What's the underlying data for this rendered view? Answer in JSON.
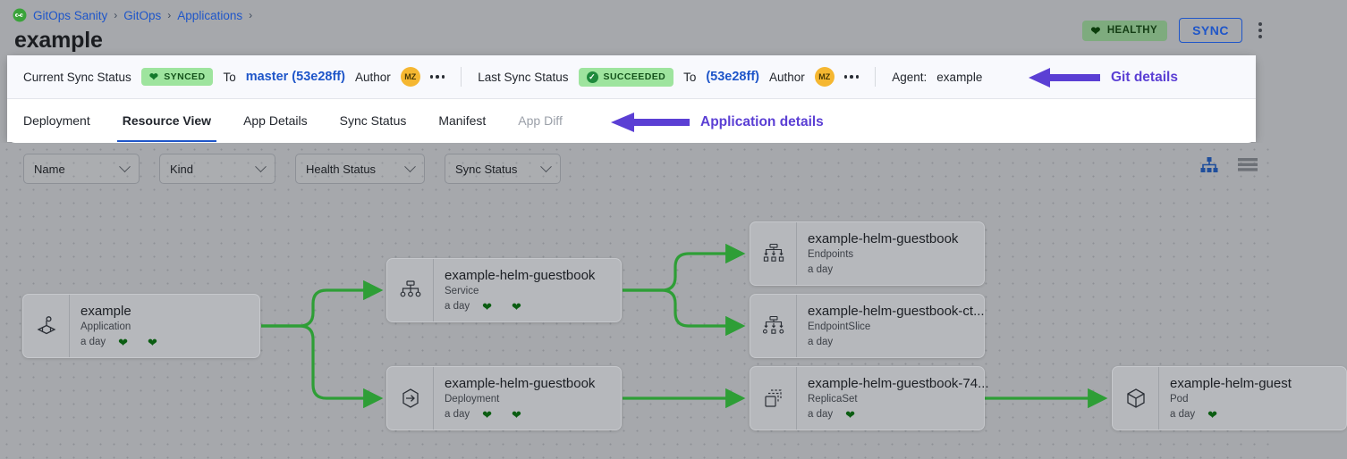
{
  "breadcrumb": {
    "icon": "gitops-logo-icon",
    "items": [
      "GitOps Sanity",
      "GitOps",
      "Applications"
    ],
    "separator": "›"
  },
  "page_title": "example",
  "top_actions": {
    "health_badge": {
      "icon": "heart-icon",
      "label": "HEALTHY",
      "color": "#7eab7e"
    },
    "sync_button": "SYNC",
    "overflow_menu": "kebab-menu-icon"
  },
  "status_strip": {
    "current": {
      "label": "Current Sync Status",
      "pill": "SYNCED",
      "pill_icon": "heart-icon",
      "to_label": "To",
      "revision": "master (53e28ff)",
      "author_label": "Author",
      "author_initials": "MZ"
    },
    "last": {
      "label": "Last Sync Status",
      "pill": "SUCCEEDED",
      "pill_icon": "check-circle-icon",
      "to_label": "To",
      "revision": "(53e28ff)",
      "author_label": "Author",
      "author_initials": "MZ"
    },
    "agent": {
      "label": "Agent:",
      "value": "example"
    }
  },
  "tabs": [
    {
      "label": "Deployment",
      "active": false,
      "muted": false
    },
    {
      "label": "Resource View",
      "active": true,
      "muted": false
    },
    {
      "label": "App Details",
      "active": false,
      "muted": false
    },
    {
      "label": "Sync Status",
      "active": false,
      "muted": false
    },
    {
      "label": "Manifest",
      "active": false,
      "muted": false
    },
    {
      "label": "App Diff",
      "active": false,
      "muted": true
    }
  ],
  "annotations": {
    "git_details": "Git details",
    "application_details": "Application details",
    "arrow_color": "#5b3fd4"
  },
  "filters": [
    {
      "label": "Name"
    },
    {
      "label": "Kind"
    },
    {
      "label": "Health Status"
    },
    {
      "label": "Sync Status"
    }
  ],
  "view_toggles": {
    "tree": {
      "name": "tree-view-icon",
      "active": true,
      "color": "#1f4e9c"
    },
    "list": {
      "name": "list-view-icon",
      "active": false,
      "color": "#6d7177"
    }
  },
  "graph": {
    "edge_color": "#2e9e36",
    "nodes": [
      {
        "id": "application",
        "icon": "application-icon",
        "title": "example",
        "kind": "Application",
        "age": "a day",
        "health_icon": "heart-icon",
        "sync_icon": "heart-icon",
        "hearts": 2
      },
      {
        "id": "service",
        "icon": "service-icon",
        "title": "example-helm-guestbook",
        "kind": "Service",
        "age": "a day",
        "hearts": 2
      },
      {
        "id": "deployment",
        "icon": "deployment-icon",
        "title": "example-helm-guestbook",
        "kind": "Deployment",
        "age": "a day",
        "hearts": 2
      },
      {
        "id": "endpoints",
        "icon": "endpoints-icon",
        "title": "example-helm-guestbook",
        "kind": "Endpoints",
        "age": "a day",
        "hearts": 0
      },
      {
        "id": "endpointslice",
        "icon": "endpointslice-icon",
        "title": "example-helm-guestbook-ct...",
        "kind": "EndpointSlice",
        "age": "a day",
        "hearts": 0
      },
      {
        "id": "replicaset",
        "icon": "replicaset-icon",
        "title": "example-helm-guestbook-74...",
        "kind": "ReplicaSet",
        "age": "a day",
        "hearts": 1
      },
      {
        "id": "pod",
        "icon": "pod-icon",
        "title": "example-helm-guest",
        "kind": "Pod",
        "age": "a day",
        "hearts": 1
      }
    ]
  }
}
